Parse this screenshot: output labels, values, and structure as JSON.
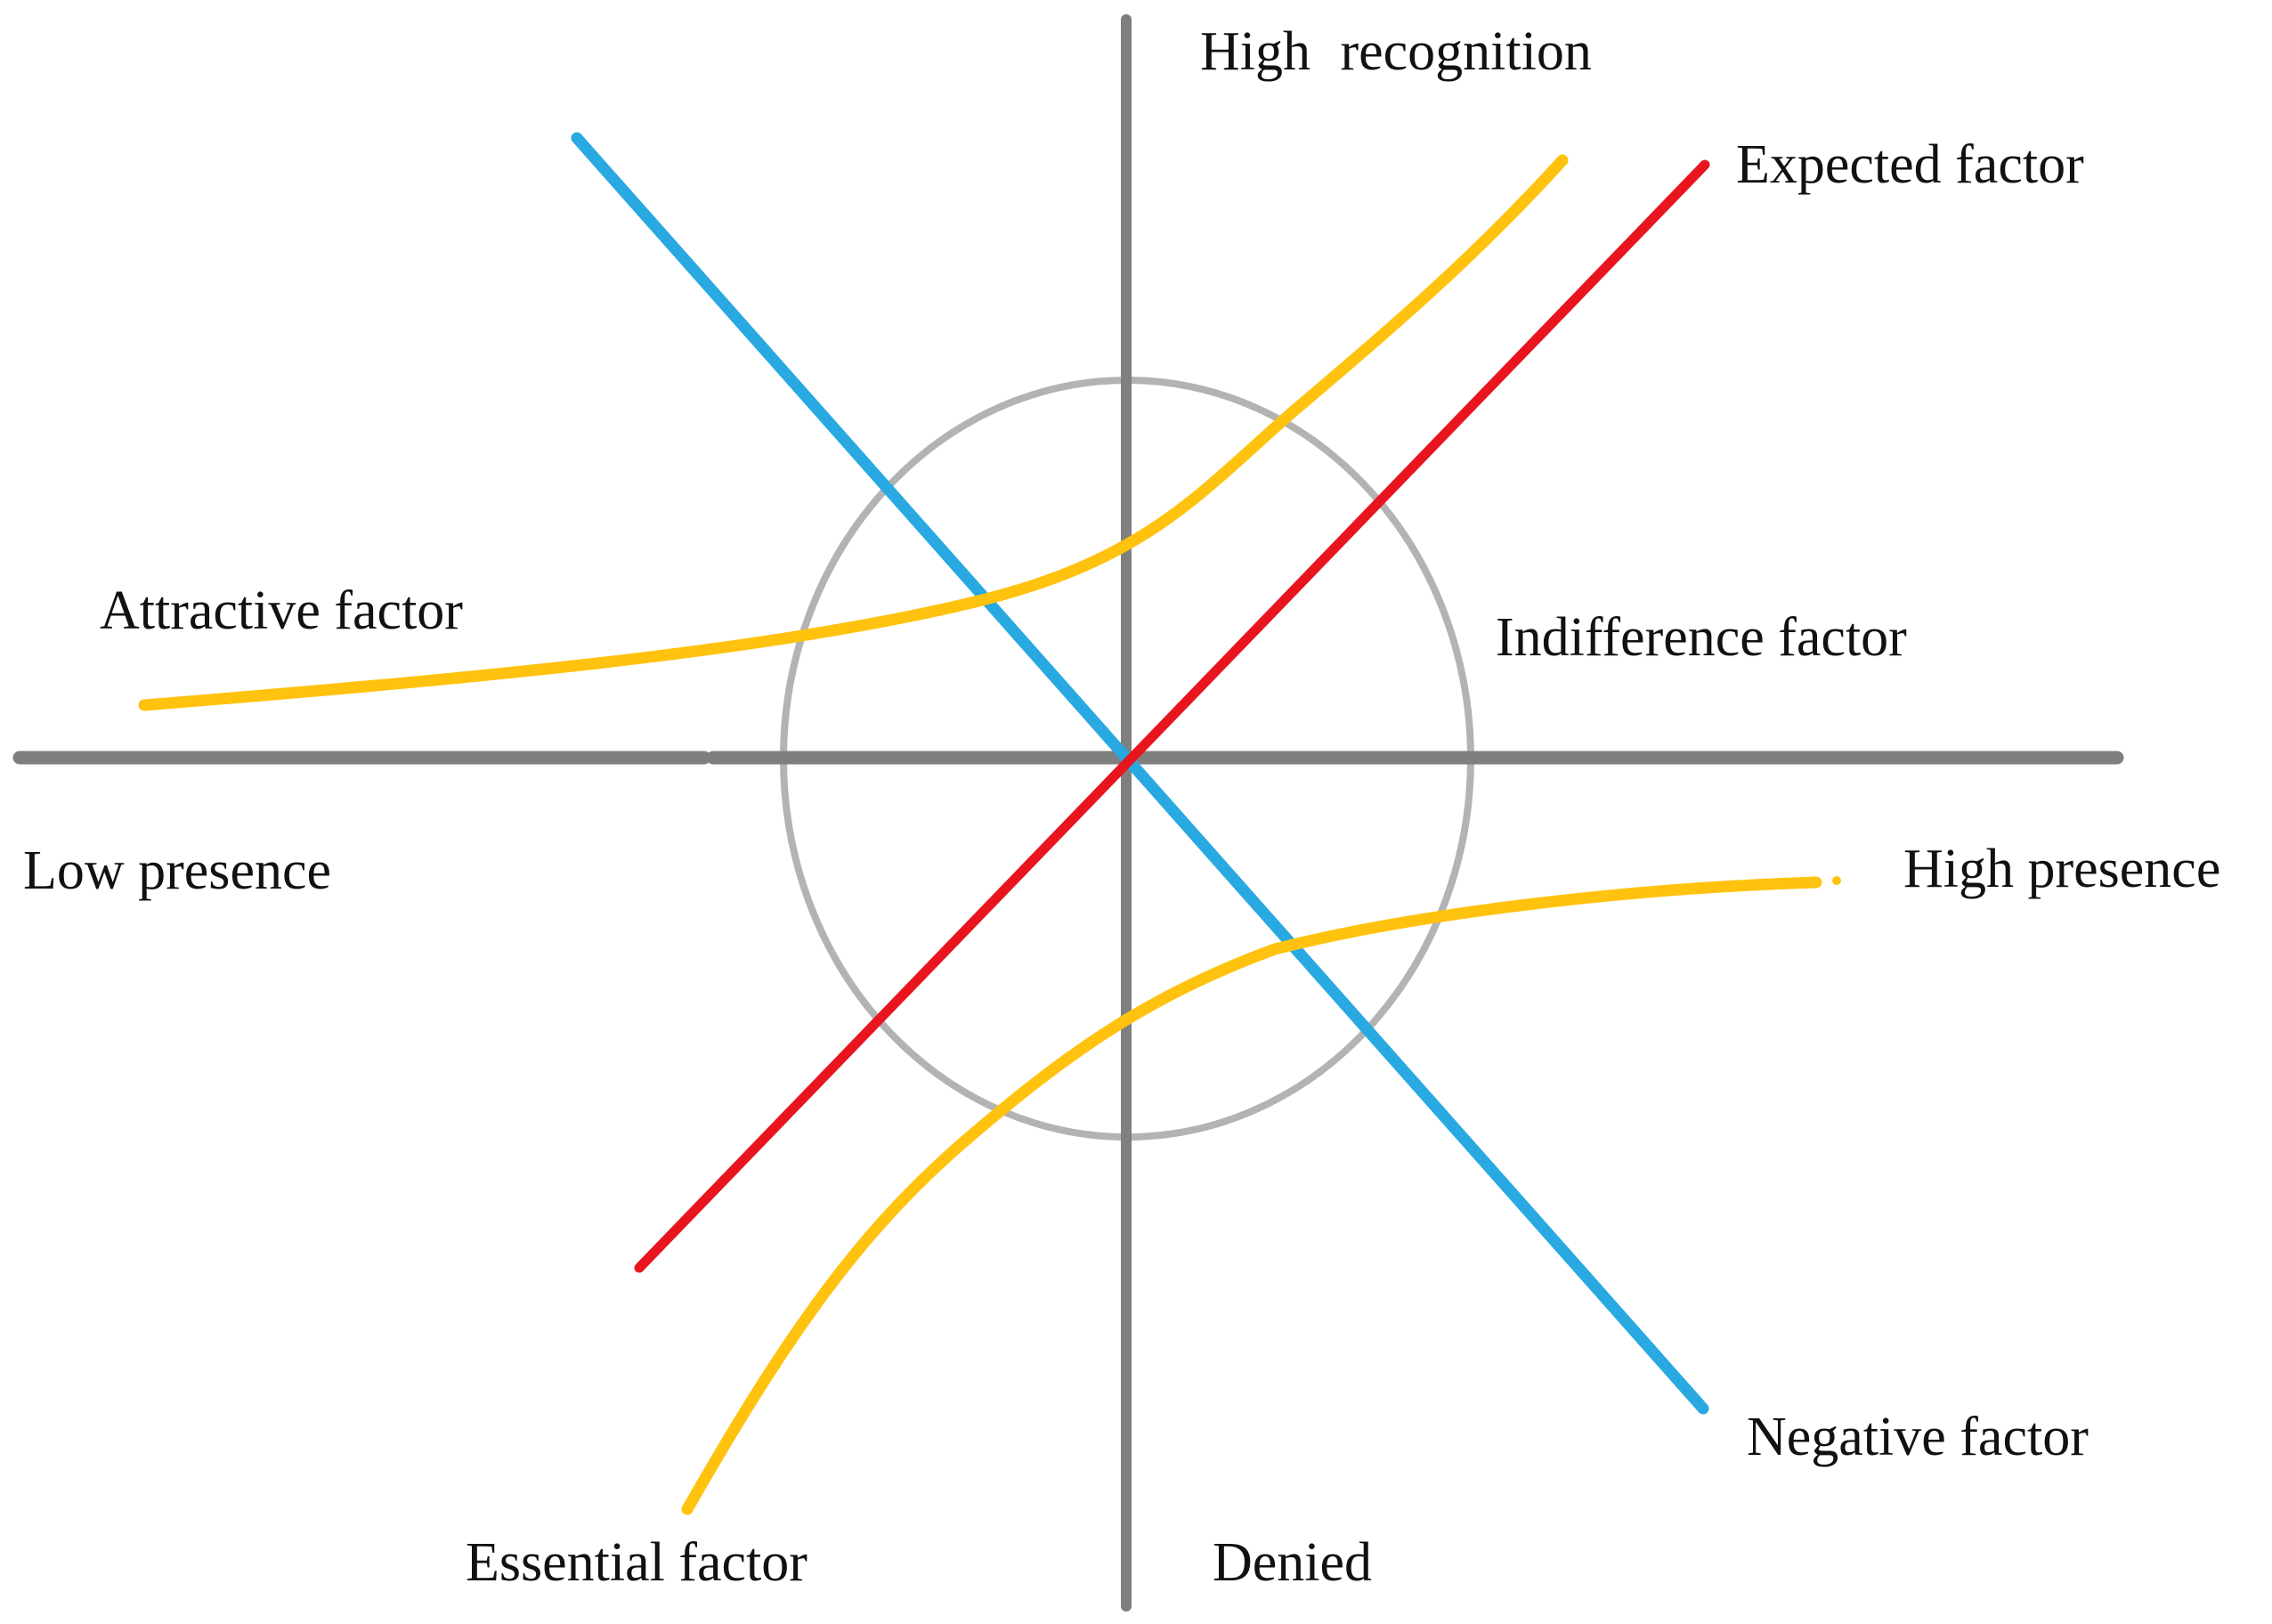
{
  "labels": {
    "high_recognition": "High recognition",
    "expected_factor": "Expected factor",
    "attractive_factor": "Attractive factor",
    "indifference_factor": "Indifference factor",
    "low_presence": "Low presence",
    "high_presence": "High presence",
    "negative_factor": "Negative factor",
    "essential_factor": "Essential factor",
    "denied": "Denied"
  },
  "colors": {
    "axis": "#7F7F7F",
    "circle": "#B3B3B3",
    "expected_line": "#E8151F",
    "negative_line": "#29A9E1",
    "attractive_curve": "#FFC20E",
    "essential_curve": "#FFC20E",
    "text": "#111111"
  }
}
